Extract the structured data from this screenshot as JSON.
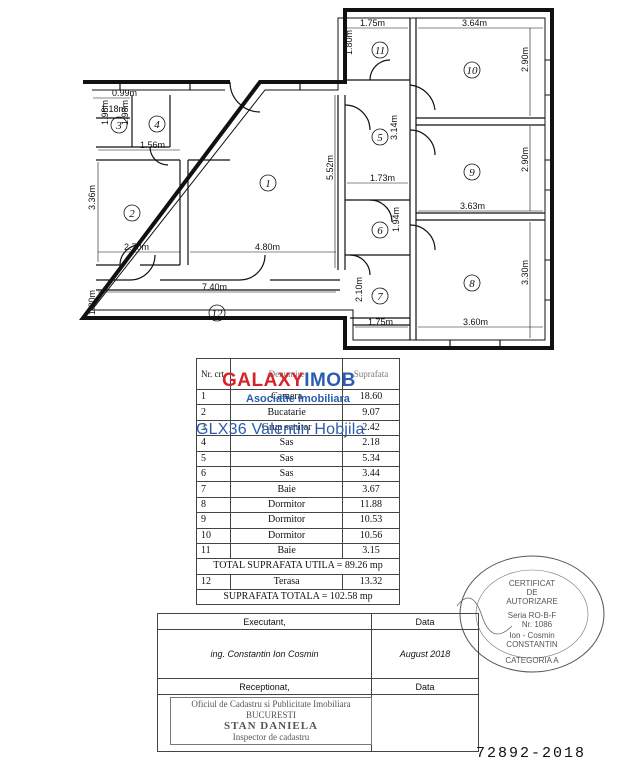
{
  "floorplan": {
    "dimensions": [
      "1.75m",
      "3.64m",
      "1.80m",
      "2.90m",
      "0.99m",
      "1.18m",
      "1.98m",
      "1.98m",
      "1.56m",
      "3.14m",
      "5.52m",
      "1.73m",
      "2.90m",
      "3.36m",
      "1.94m",
      "3.63m",
      "2.70m",
      "4.80m",
      "3.30m",
      "7.40m",
      "2.10m",
      "1.80m",
      "1.75m",
      "3.60m"
    ],
    "room_labels": [
      "1",
      "2",
      "3",
      "4",
      "5",
      "6",
      "7",
      "8",
      "9",
      "10",
      "11",
      "12"
    ]
  },
  "room_table": {
    "header": {
      "nr": "Nr. crt.",
      "name": "Denumire",
      "area": "Suprafata"
    },
    "rows": [
      {
        "nr": "1",
        "name": "Camera",
        "area": "18.60"
      },
      {
        "nr": "2",
        "name": "Bucatarie",
        "area": "9.07"
      },
      {
        "nr": "3",
        "name": "Grup sanitar",
        "area": "2.42"
      },
      {
        "nr": "4",
        "name": "Sas",
        "area": "2.18"
      },
      {
        "nr": "5",
        "name": "Sas",
        "area": "5.34"
      },
      {
        "nr": "6",
        "name": "Sas",
        "area": "3.44"
      },
      {
        "nr": "7",
        "name": "Baie",
        "area": "3.67"
      },
      {
        "nr": "8",
        "name": "Dormitor",
        "area": "11.88"
      },
      {
        "nr": "9",
        "name": "Dormitor",
        "area": "10.53"
      },
      {
        "nr": "10",
        "name": "Dormitor",
        "area": "10.56"
      },
      {
        "nr": "11",
        "name": "Baie",
        "area": "3.15"
      }
    ],
    "total_utila": "TOTAL SUPRAFATA UTILA = 89.26 mp",
    "terasa": {
      "nr": "12",
      "name": "Terasa",
      "area": "13.32"
    },
    "total": "SUPRAFATA TOTALA = 102.58 mp"
  },
  "watermark": {
    "logo_part1": "GALAXY",
    "logo_part2": "IMOB",
    "subtitle": "Asociatie Imobiliara",
    "agent": "GLX36 Valentin Hobjila",
    "colors": {
      "red": "#d8232a",
      "blue": "#2a5db0"
    }
  },
  "signature_table": {
    "executant_label": "Executant,",
    "data_label": "Data",
    "executant_name": "ing. Constantin Ion Cosmin",
    "executant_date": "August 2018",
    "receptionat_label": "Receptionat,",
    "receptionat_data_label": "Data"
  },
  "receiving_stamp": {
    "line1": "Oficiul de Cadastru si Publicitate Imobiliara",
    "line2": "BUCURESTI",
    "line3": "STAN DANIELA",
    "line4": "Inspector de cadastru"
  },
  "cert_stamp": {
    "line1": "CERTIFICAT",
    "line2": "DE",
    "line3": "AUTORIZARE",
    "line4": "Seria RO-B-F",
    "line5": "Nr. 1086",
    "line6": "Ion - Cosmin",
    "line7": "CONSTANTIN",
    "line8": "CATEGORIA A"
  },
  "document_number": "72892-2018"
}
